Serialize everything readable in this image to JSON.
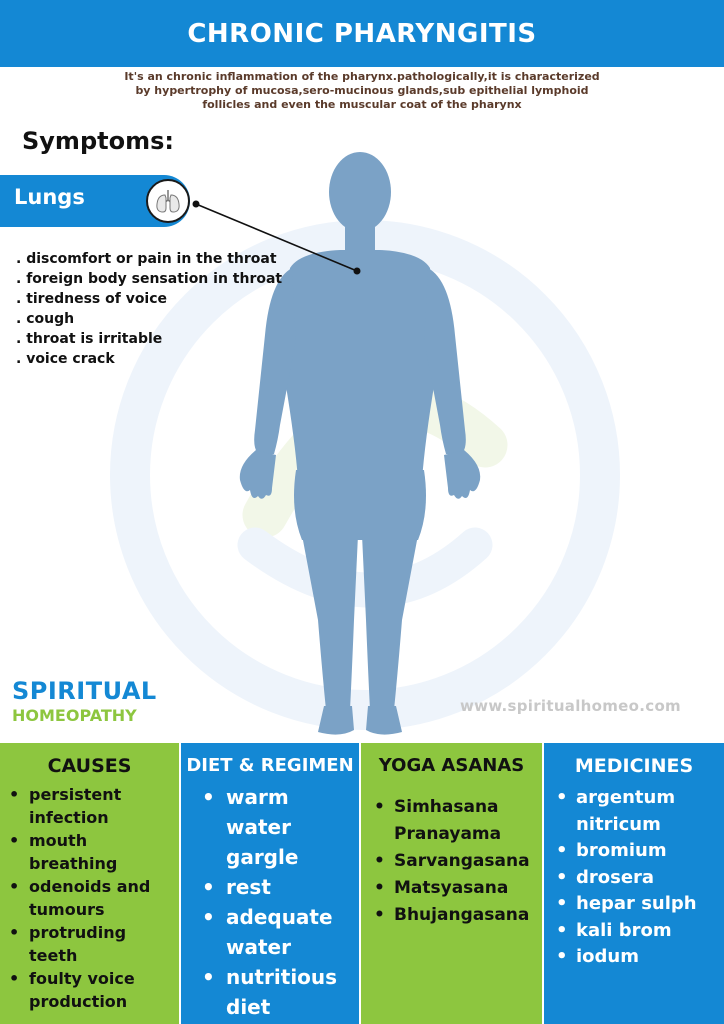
{
  "header": {
    "title": "CHRONIC PHARYNGITIS"
  },
  "intro": "It's an chronic inflammation of the pharynx.pathologically,it is characterized by hypertrophy of mucosa,sero-mucinous glands,sub epithelial lymphoid follicles and even the muscular coat of the pharynx",
  "symptoms": {
    "heading": "Symptoms:",
    "organ": "Lungs",
    "organ_icon": "lungs-icon",
    "items": [
      ". discomfort or pain in the throat",
      ". foreign body sensation in throat",
      ". tiredness of voice",
      ". cough",
      ". throat is irritable",
      ". voice crack"
    ]
  },
  "brand": {
    "top": "SPIRITUAL",
    "bottom": "HOMEOPATHY",
    "website": "www.spiritualhomeo.com"
  },
  "columns": {
    "causes": {
      "title": "CAUSES",
      "items": [
        "persistent infection",
        "mouth breathing",
        "odenoids and tumours",
        "protruding teeth",
        "foulty voice production"
      ]
    },
    "diet": {
      "title": "DIET & REGIMEN",
      "items": [
        "warm water gargle",
        "rest",
        "adequate water",
        "nutritious diet"
      ]
    },
    "yoga": {
      "title": "YOGA ASANAS",
      "items": [
        "Simhasana Pranayama",
        "Sarvangasana",
        "Matsyasana",
        "Bhujangasana"
      ]
    },
    "medicines": {
      "title": "MEDICINES",
      "items": [
        "argentum nitricum",
        "bromium",
        "drosera",
        "hepar sulph",
        "kali brom",
        "iodum"
      ]
    }
  },
  "colors": {
    "blue": "#1488d4",
    "green": "#8dc63f",
    "figure": "#7ba2c6"
  }
}
